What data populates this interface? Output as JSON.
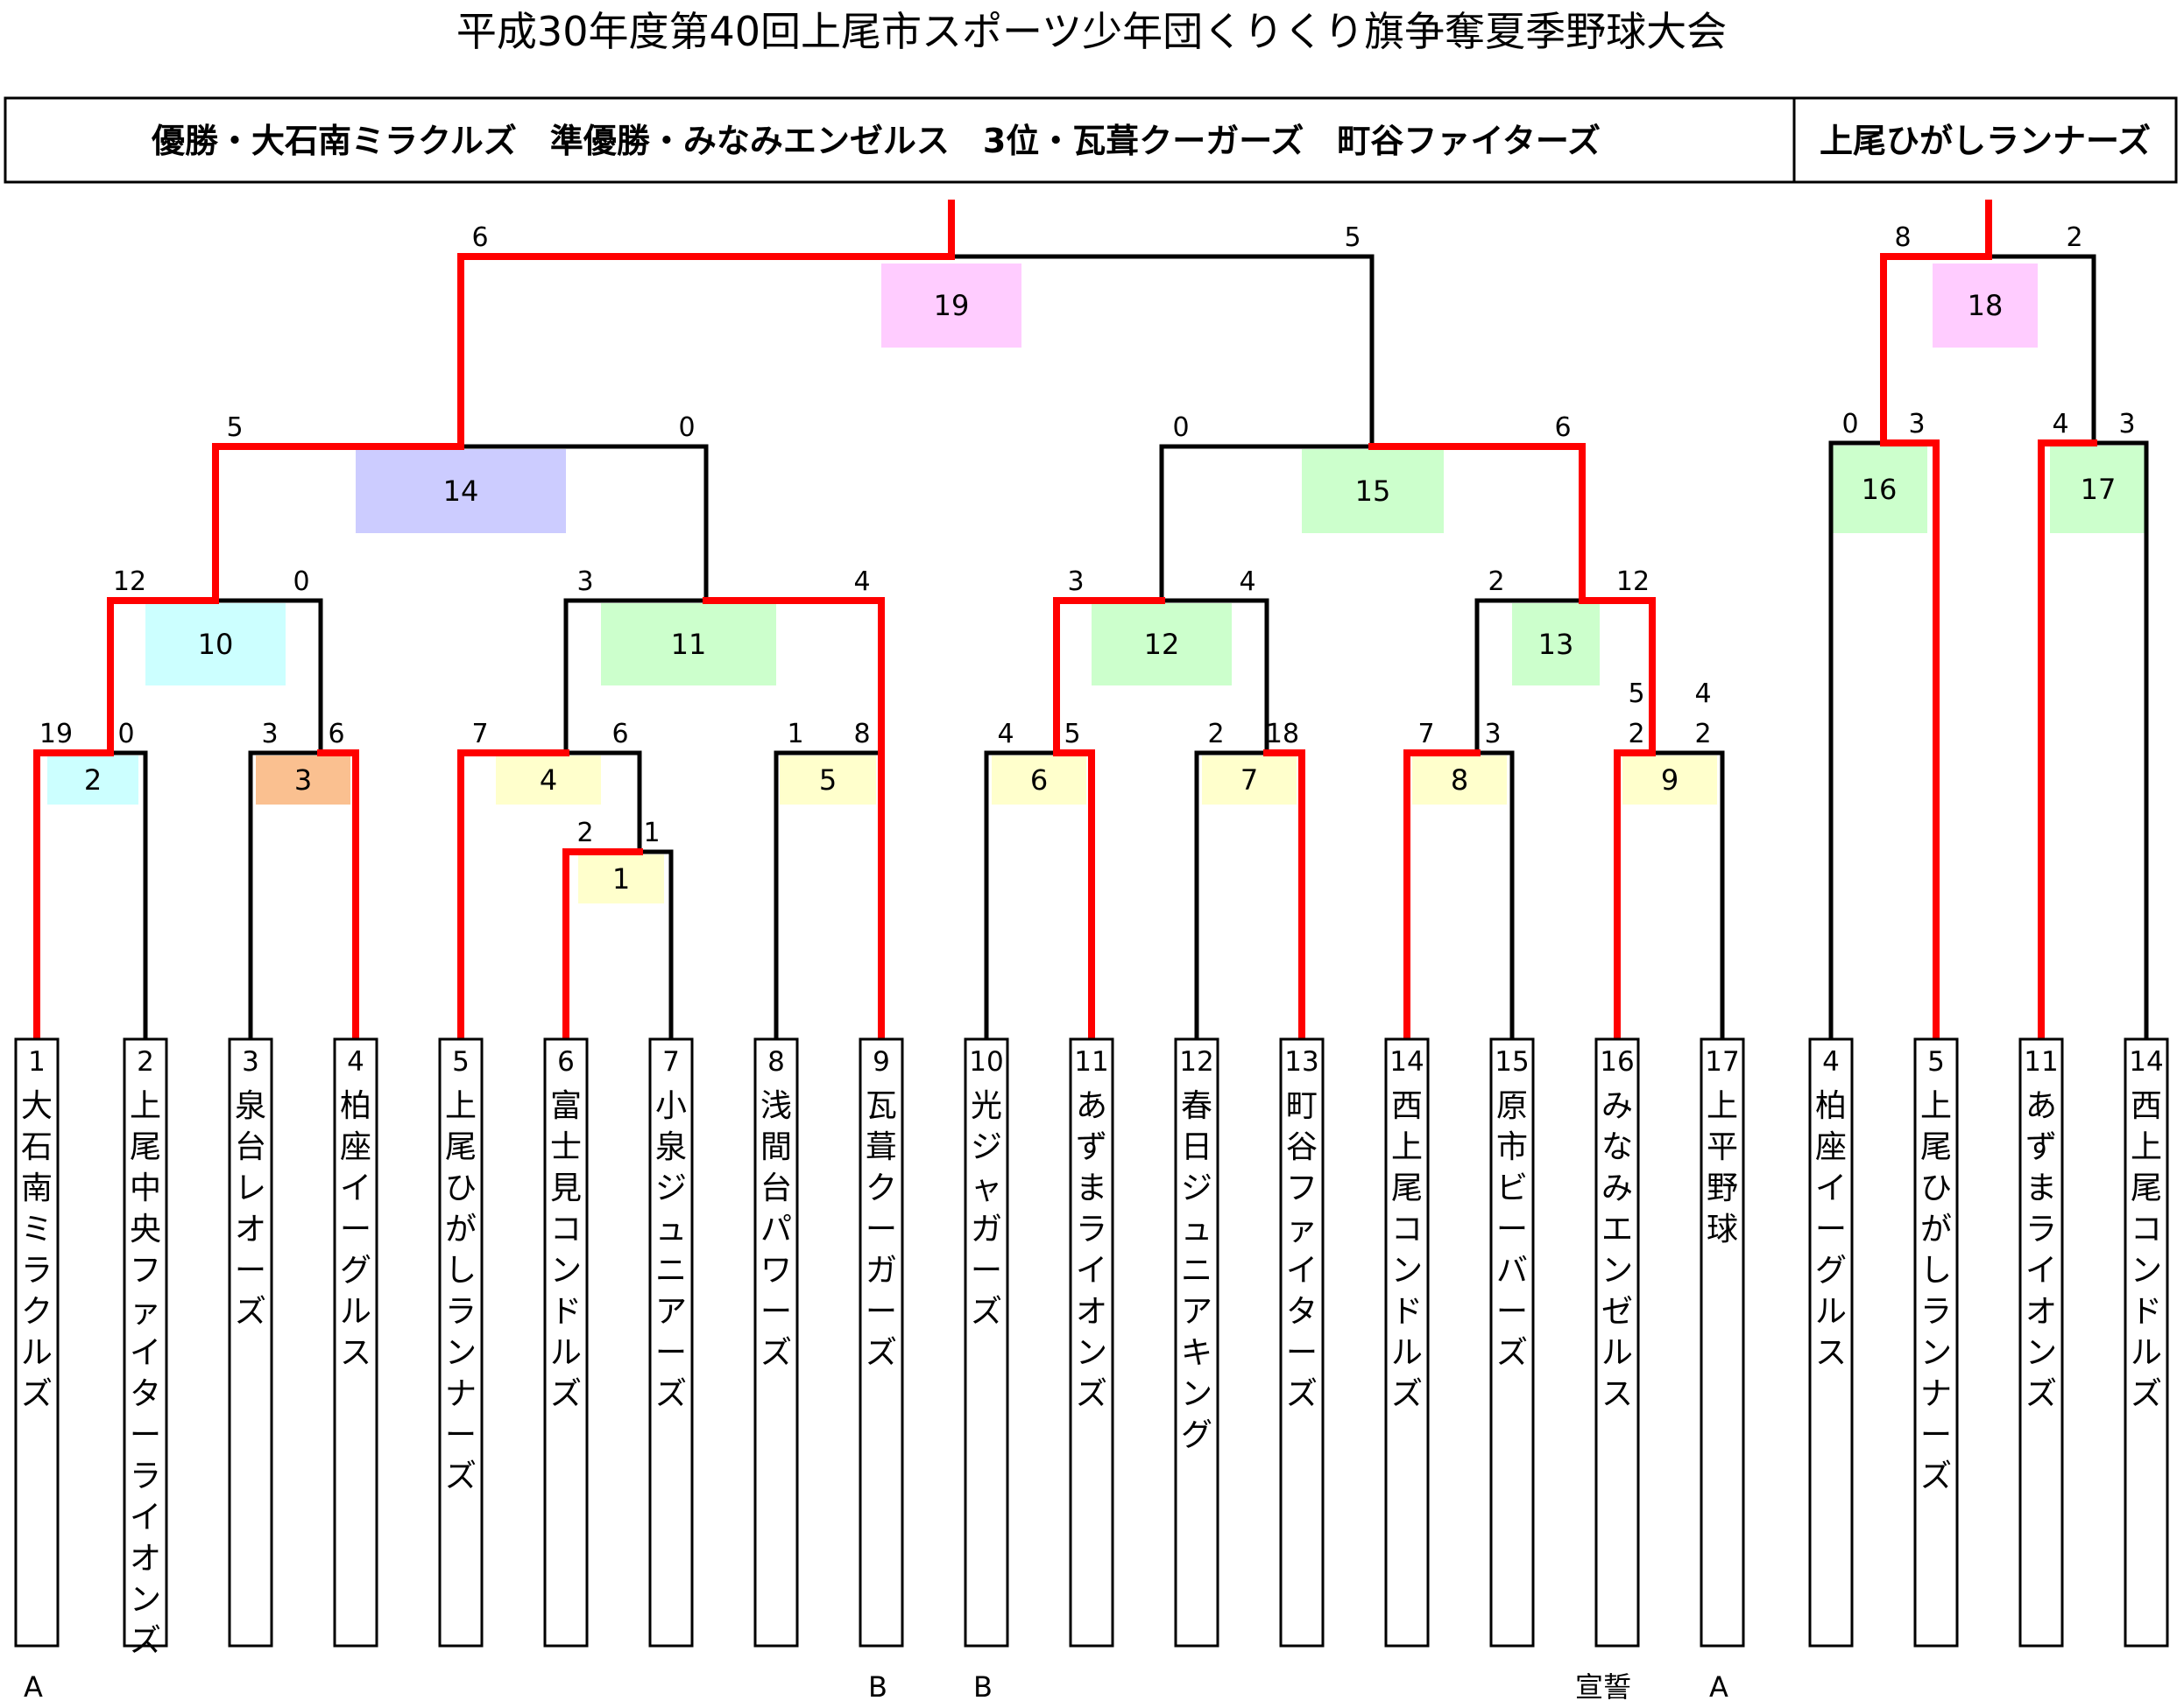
{
  "title": "平成30年度第40回上尾市スポーツ少年団くりくり旗争奪夏季野球大会",
  "results_banner": "優勝・大石南ミラクルズ　準優勝・みなみエンゼルス　3位・瓦葺クーガーズ　町谷ファイターズ",
  "side_banner": "上尾ひがしランナーズ",
  "colors": {
    "win_line": "#ff0000",
    "line": "#000000",
    "pink": "#ffccff",
    "lavender": "#ccccff",
    "green": "#ccffcc",
    "cyan": "#ccffff",
    "orange": "#fac090",
    "yellow": "#ffffcc"
  },
  "teams_main": [
    {
      "num": "1",
      "name": "大石南ミラクルズ"
    },
    {
      "num": "2",
      "name": "上尾中央ファイターライオンズ"
    },
    {
      "num": "3",
      "name": "泉台レオーズ"
    },
    {
      "num": "4",
      "name": "柏座イーグルス"
    },
    {
      "num": "5",
      "name": "上尾ひがしランナーズ"
    },
    {
      "num": "6",
      "name": "富士見コンドルズ"
    },
    {
      "num": "7",
      "name": "小泉ジュニアーズ"
    },
    {
      "num": "8",
      "name": "浅間台パワーズ"
    },
    {
      "num": "9",
      "name": "瓦葺クーガーズ"
    },
    {
      "num": "10",
      "name": "光ジャガーズ"
    },
    {
      "num": "11",
      "name": "あずまライオンズ"
    },
    {
      "num": "12",
      "name": "春日ジュニアキング"
    },
    {
      "num": "13",
      "name": "町谷ファイターズ"
    },
    {
      "num": "14",
      "name": "西上尾コンドルズ"
    },
    {
      "num": "15",
      "name": "原市ビーバーズ"
    },
    {
      "num": "16",
      "name": "みなみエンゼルス"
    },
    {
      "num": "17",
      "name": "上平野球"
    }
  ],
  "teams_side": [
    {
      "num": "4",
      "name": "柏座イーグルス"
    },
    {
      "num": "5",
      "name": "上尾ひがしランナーズ"
    },
    {
      "num": "11",
      "name": "あずまライオンズ"
    },
    {
      "num": "14",
      "name": "西上尾コンドルズ"
    }
  ],
  "games": [
    {
      "no": "1",
      "left_score": "2",
      "right_score": "1",
      "color": "yellow"
    },
    {
      "no": "2",
      "left_score": "19",
      "right_score": "0",
      "color": "cyan"
    },
    {
      "no": "3",
      "left_score": "3",
      "right_score": "6",
      "color": "orange"
    },
    {
      "no": "4",
      "left_score": "7",
      "right_score": "6",
      "color": "yellow"
    },
    {
      "no": "5",
      "left_score": "1",
      "right_score": "8",
      "color": "yellow"
    },
    {
      "no": "6",
      "left_score": "4",
      "right_score": "5",
      "color": "yellow"
    },
    {
      "no": "7",
      "left_score": "2",
      "right_score": "18",
      "color": "yellow"
    },
    {
      "no": "8",
      "left_score": "7",
      "right_score": "3",
      "color": "yellow"
    },
    {
      "no": "9",
      "left_score": "2",
      "right_score": "2",
      "left_extra": "5",
      "right_extra": "4",
      "color": "yellow"
    },
    {
      "no": "10",
      "left_score": "12",
      "right_score": "0",
      "color": "cyan"
    },
    {
      "no": "11",
      "left_score": "3",
      "right_score": "4",
      "color": "green"
    },
    {
      "no": "12",
      "left_score": "3",
      "right_score": "4",
      "color": "green"
    },
    {
      "no": "13",
      "left_score": "2",
      "right_score": "12",
      "color": "green"
    },
    {
      "no": "14",
      "left_score": "5",
      "right_score": "0",
      "color": "lavender"
    },
    {
      "no": "15",
      "left_score": "0",
      "right_score": "6",
      "color": "green"
    },
    {
      "no": "19",
      "left_score": "6",
      "right_score": "5",
      "color": "pink"
    },
    {
      "no": "16",
      "left_score": "0",
      "right_score": "3",
      "color": "green"
    },
    {
      "no": "17",
      "left_score": "4",
      "right_score": "3",
      "color": "green"
    },
    {
      "no": "18",
      "left_score": "8",
      "right_score": "2",
      "color": "pink"
    }
  ],
  "notes": [
    {
      "text": "A",
      "under": "1"
    },
    {
      "text": "B",
      "under": "9"
    },
    {
      "text": "B",
      "under": "10"
    },
    {
      "text": "宣誓",
      "under": "16"
    },
    {
      "text": "A",
      "under": "17"
    }
  ]
}
